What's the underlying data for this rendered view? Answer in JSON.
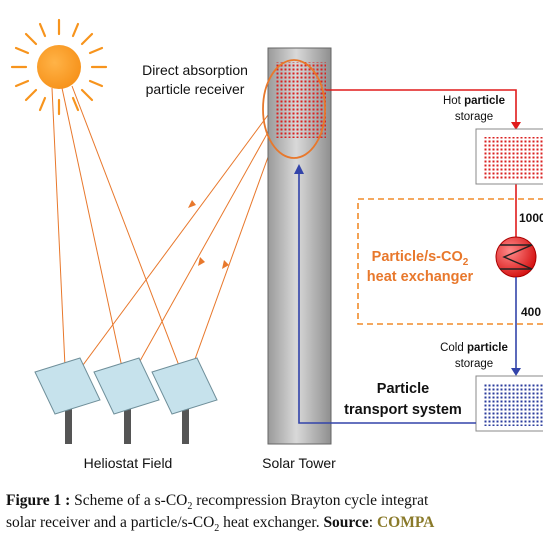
{
  "labels": {
    "receiver_line1": "Direct absorption",
    "receiver_line2": "particle receiver",
    "hot_storage_pre": "Hot ",
    "hot_storage_bold": "particle",
    "hot_storage_line2": "storage",
    "hx_line1_a": "Particle/s-CO",
    "hx_line1_sub": "2",
    "hx_line2": "heat exchanger",
    "temp_hot": "1000",
    "temp_cold": "400",
    "cold_storage_pre": "Cold ",
    "cold_storage_bold": "particle",
    "cold_storage_line2": "storage",
    "transport_line1": "Particle",
    "transport_line2": "transport system",
    "heliostat_field": "Heliostat Field",
    "solar_tower": "Solar Tower"
  },
  "caption": {
    "fig": "Figure 1 :",
    "line1_text": " Scheme of a s-CO",
    "line1_sub": "2",
    "line1_rest": " recompression Brayton cycle integrat",
    "line2_text": "solar receiver and a particle/s-CO",
    "line2_sub": "2",
    "line2_rest": " heat exchanger. ",
    "source_label": "Source",
    "source_sep": ": ",
    "source_value": "COMPA"
  },
  "colors": {
    "sun": "#f7941d",
    "ray": "#e8782c",
    "hot_pipe": "#e01b1b",
    "cold_pipe": "#3344aa",
    "hx_box": "#f08c2a",
    "hx_text": "#e8782c",
    "panel": "#c6e2ec",
    "tower": "#bfbfbf"
  }
}
